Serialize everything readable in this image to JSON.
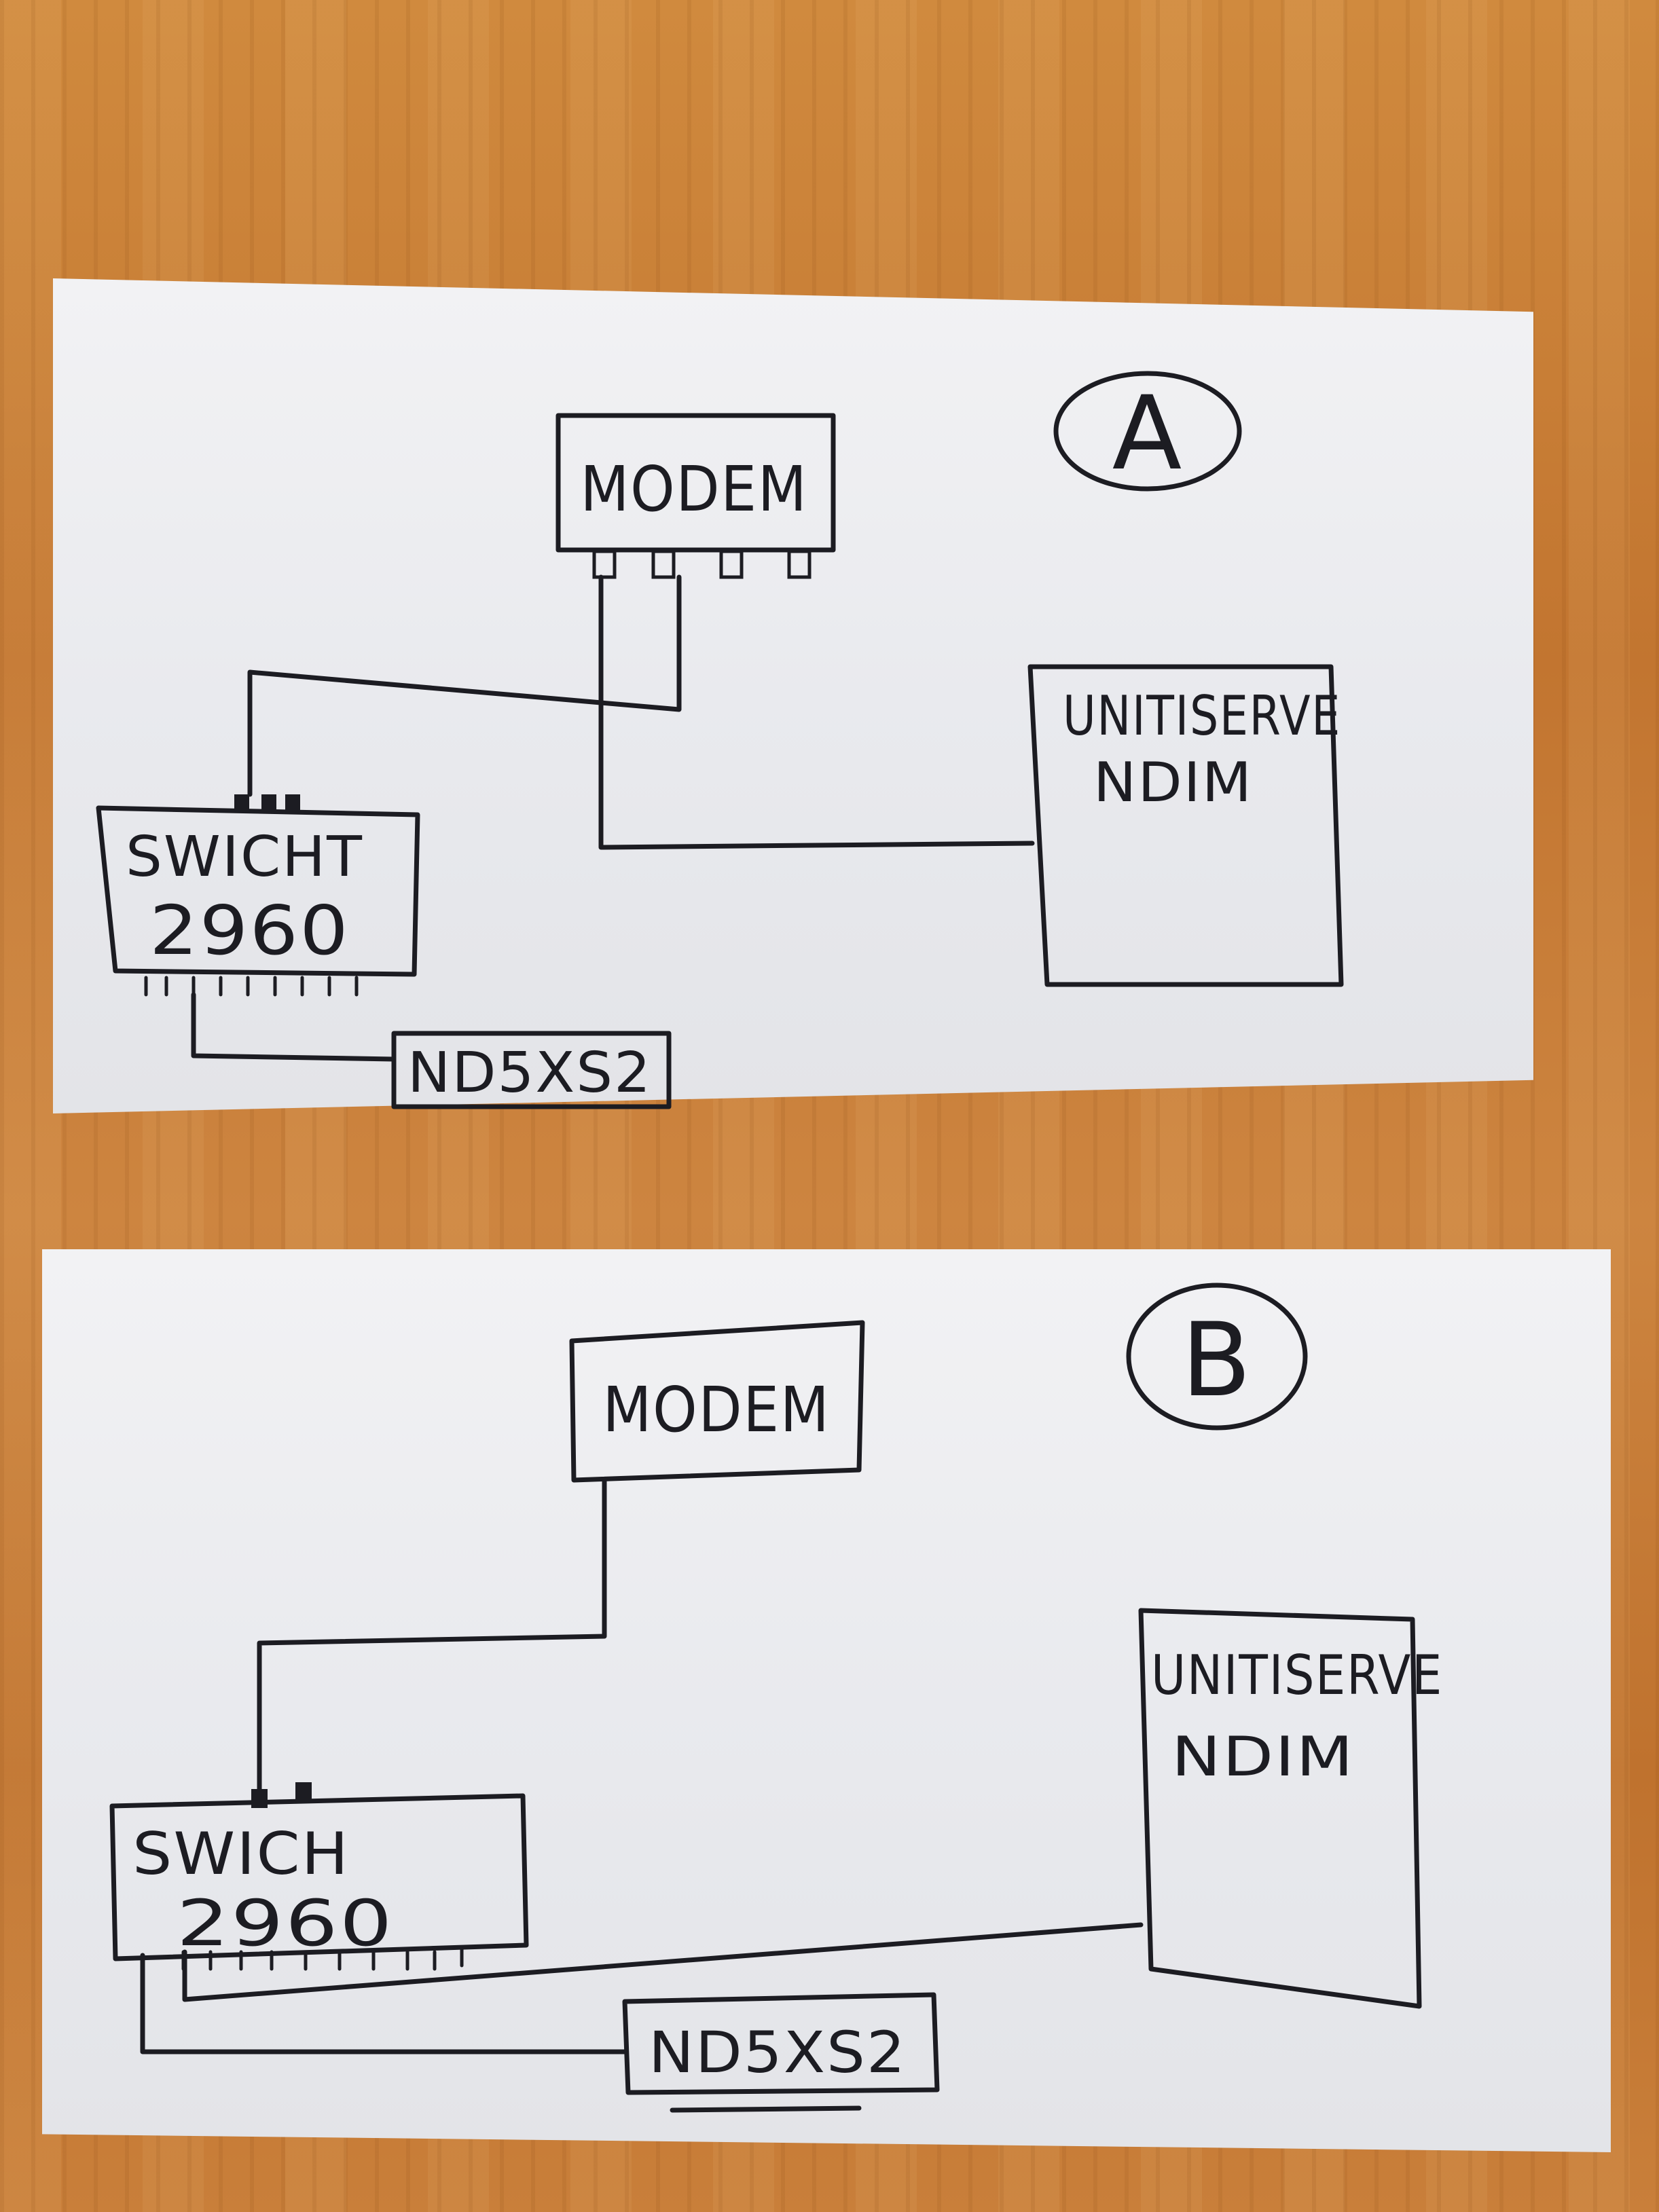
{
  "diagram_a": {
    "tag": "A",
    "modem": "MODEM",
    "switch_line1": "SWICHT",
    "switch_line2": "2960",
    "server_line1": "UNITISERVE",
    "server_line2": "NDIM",
    "player": "ND5XS2"
  },
  "diagram_b": {
    "tag": "B",
    "modem": "MODEM",
    "switch_line1": "SWICH",
    "switch_line2": "2960",
    "server_line1": "UNITISERVE",
    "server_line2": "NDIM",
    "player": "ND5XS2"
  },
  "colors": {
    "ink": "#1c1c22",
    "paper": "#ececf0",
    "table": "#c47a36"
  }
}
